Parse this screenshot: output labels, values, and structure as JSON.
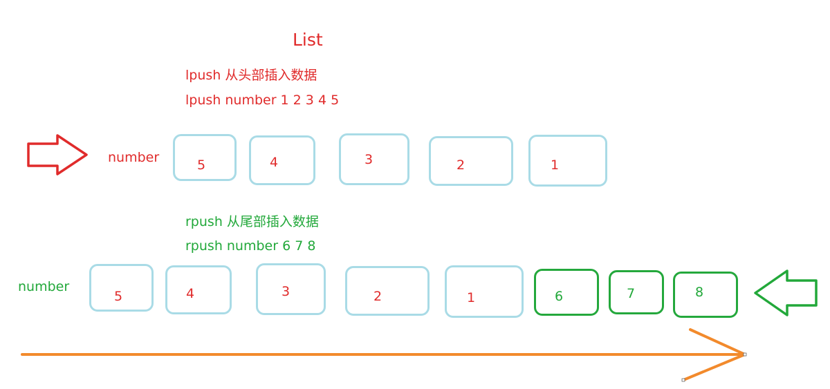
{
  "title": "List",
  "lpush": {
    "line1": "lpush 从头部插入数据",
    "line2": "lpush number 1 2 3 4 5",
    "key_label": "number",
    "items": [
      "5",
      "4",
      "3",
      "2",
      "1"
    ]
  },
  "rpush": {
    "line1": "rpush 从尾部插入数据",
    "line2": "rpush number 6 7 8",
    "key_label": "number",
    "old_items": [
      "5",
      "4",
      "3",
      "2",
      "1"
    ],
    "new_items": [
      "6",
      "7",
      "8"
    ]
  },
  "colors": {
    "red": "#e02b2b",
    "green": "#22a83a",
    "box_border": "#a9dbe6",
    "orange": "#f28a2c"
  },
  "icons": {
    "left_arrow": "red-right-arrow-icon",
    "right_arrow": "green-left-arrow-icon",
    "direction_arrow": "orange-direction-arrow-icon"
  }
}
